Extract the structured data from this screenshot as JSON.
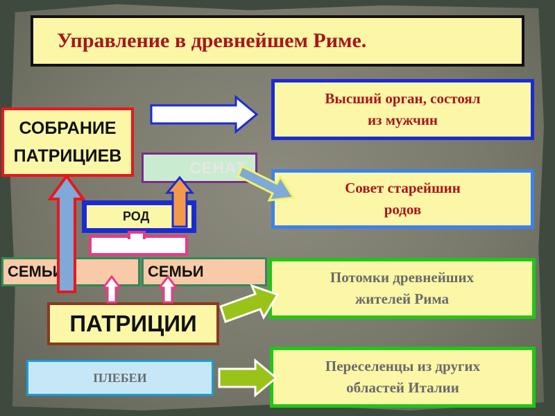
{
  "title": "Управление в древнейшем  Риме.",
  "assembly": {
    "line1": "СОБРАНИЕ",
    "line2": "ПАТРИЦИЕВ"
  },
  "senat": "СЕНАТ",
  "rod": "РОД",
  "families": [
    "СЕМЬИ",
    "СЕМЬИ"
  ],
  "patricians": "ПАТРИЦИИ",
  "plebeians": "ПЛЕБЕИ",
  "info": [
    {
      "line1": "Высший орган,    состоял",
      "line2": "из мужчин"
    },
    {
      "line1": "Совет старейшин",
      "line2": "родов"
    },
    {
      "line1": "Потомки древнейших",
      "line2": "жителей Рима"
    },
    {
      "line1": "Переселенцы из других",
      "line2": "областей Италии"
    }
  ],
  "colors": {
    "title_text": "#a8161b",
    "box_fill": "#fbf7a7",
    "assembly_border": "#e8171d",
    "senat_border": "#7a2c8c",
    "rod_border": "#1a2bd6",
    "patricians_border": "#8a3a1e",
    "green_border": "#22c616",
    "blue_border": "#3b82f0",
    "arrow_green": "#9ac31a",
    "arrow_blue": "#7fa9d8"
  }
}
